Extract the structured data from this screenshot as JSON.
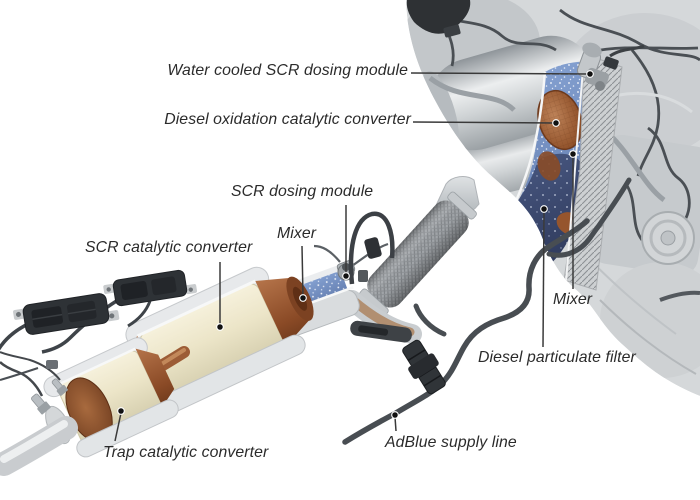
{
  "figure": {
    "type": "technical-cutaway-diagram",
    "subject": "Diesel engine exhaust aftertreatment system with SCR",
    "background_color": "#ffffff"
  },
  "labels": [
    {
      "id": "water-cooled-scr-dosing-module",
      "text": "Water cooled SCR dosing module"
    },
    {
      "id": "diesel-oxidation-catalytic-converter",
      "text": "Diesel oxidation catalytic converter"
    },
    {
      "id": "scr-dosing-module",
      "text": "SCR dosing module"
    },
    {
      "id": "mixer-front",
      "text": "Mixer"
    },
    {
      "id": "scr-catalytic-converter",
      "text": "SCR catalytic converter"
    },
    {
      "id": "mixer-rear",
      "text": "Mixer"
    },
    {
      "id": "diesel-particulate-filter",
      "text": "Diesel particulate filter"
    },
    {
      "id": "adblue-supply-line",
      "text": "AdBlue supply line"
    },
    {
      "id": "trap-catalytic-converter",
      "text": "Trap catalytic converter"
    }
  ],
  "components": [
    "engine-block",
    "water-cooled-scr-dosing-module",
    "diesel-oxidation-catalytic-converter",
    "rear-mixer",
    "diesel-particulate-filter",
    "flex-decoupler-pipe",
    "scr-dosing-module",
    "front-mixer",
    "scr-catalytic-converter",
    "trap-catalytic-converter",
    "nox-sensor-modules",
    "adblue-supply-line",
    "tailpipe",
    "oxygen-sensor"
  ],
  "colors": {
    "label_text": "#2b2b2b",
    "leader_line": "#3a3a3a",
    "engine_gray": "#d5d8da",
    "steel_shell": "#e8eaec",
    "copper_substrate": "#8a4a26",
    "cream_substrate": "#ece5c8",
    "mixer_blue": "#7d9cd1",
    "dpf_navy": "#3e4d73",
    "hose_dark": "#484d52",
    "braid_gray": "#a2a6aa"
  }
}
